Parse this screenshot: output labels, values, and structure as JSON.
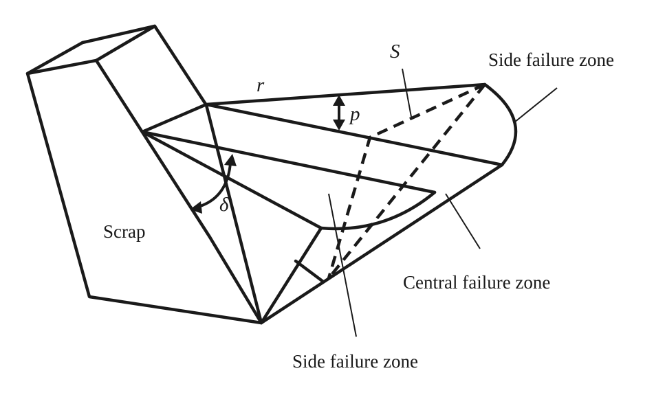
{
  "labels": {
    "scrap": "Scrap",
    "side_failure_zone_top": "Side failure zone",
    "central_failure_zone": "Central failure zone",
    "side_failure_zone_bottom": "Side failure zone"
  },
  "symbols": {
    "r": "r",
    "s": "S",
    "p": "p",
    "delta": "δ"
  },
  "colors": {
    "line": "#1a1a1a",
    "background": "#ffffff"
  }
}
